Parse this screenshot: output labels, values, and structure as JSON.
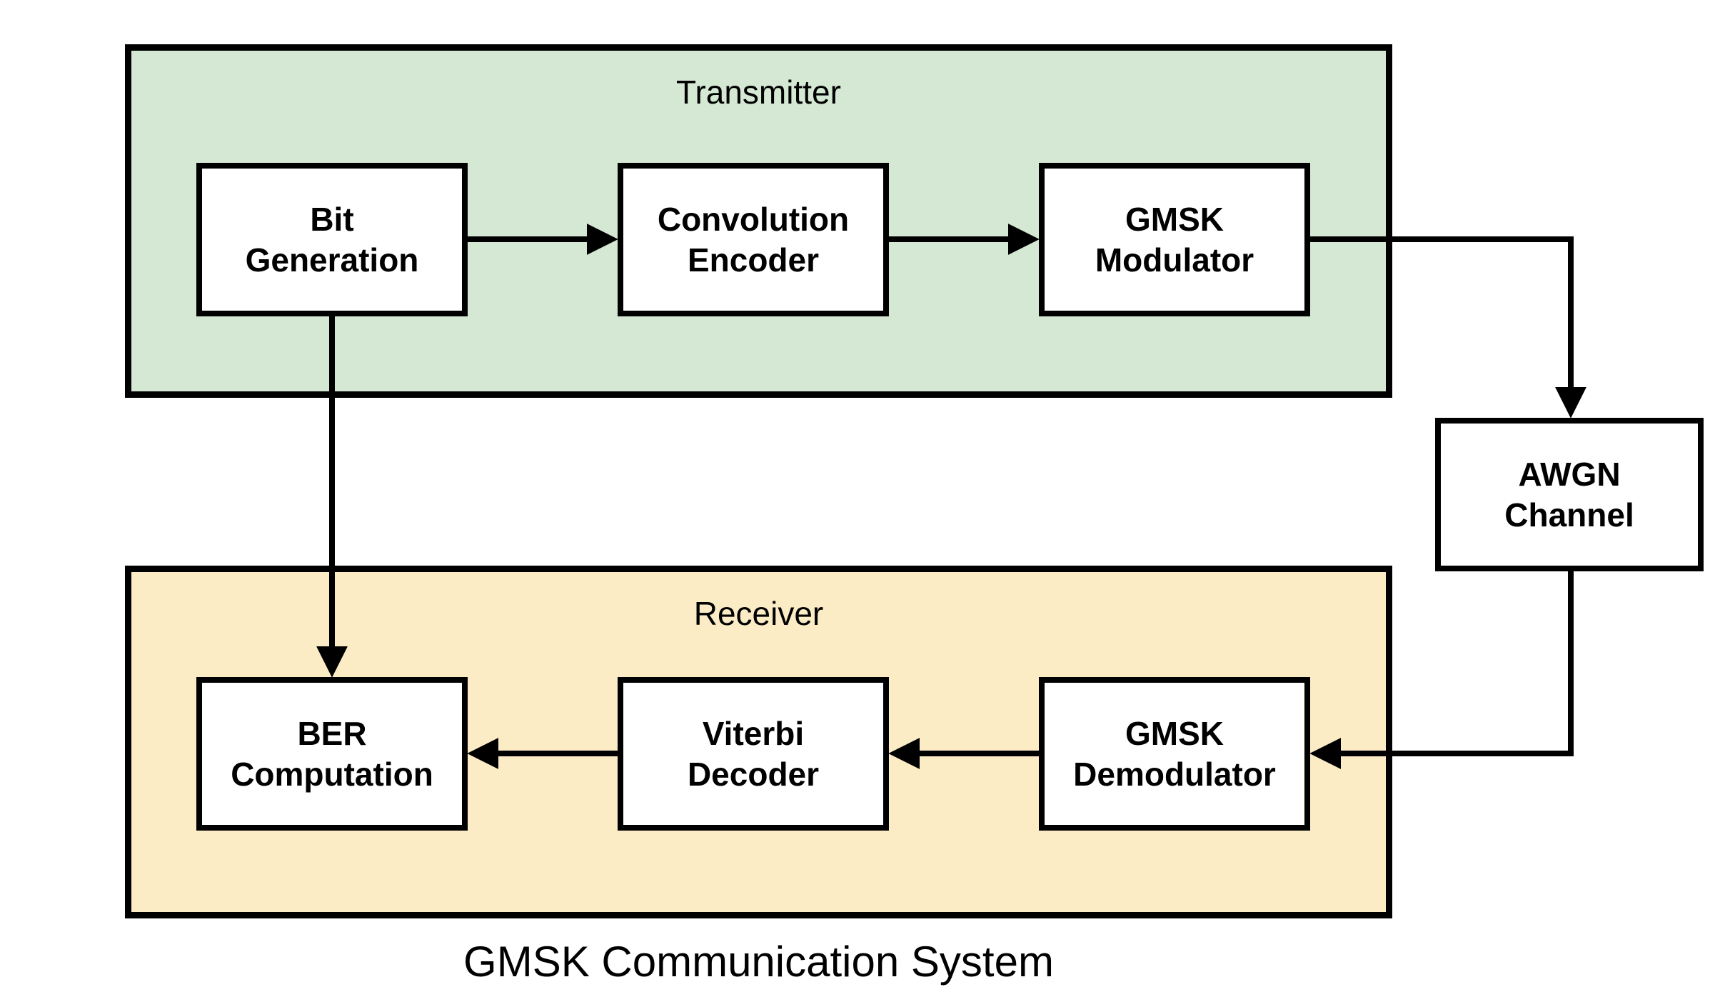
{
  "diagram": {
    "title": "GMSK Communication System",
    "containers": [
      {
        "id": "transmitter",
        "label": "Transmitter",
        "fill": "#d5e8d4"
      },
      {
        "id": "receiver",
        "label": "Receiver",
        "fill": "#fcecc5"
      }
    ],
    "nodes": [
      {
        "id": "bit-generation",
        "label": "Bit\nGeneration",
        "container": "transmitter"
      },
      {
        "id": "convolution-encoder",
        "label": "Convolution\nEncoder",
        "container": "transmitter"
      },
      {
        "id": "gmsk-modulator",
        "label": "GMSK\nModulator",
        "container": "transmitter"
      },
      {
        "id": "awgn-channel",
        "label": "AWGN\nChannel",
        "container": "none"
      },
      {
        "id": "gmsk-demodulator",
        "label": "GMSK\nDemodulator",
        "container": "receiver"
      },
      {
        "id": "viterbi-decoder",
        "label": "Viterbi\nDecoder",
        "container": "receiver"
      },
      {
        "id": "ber-computation",
        "label": "BER\nComputation",
        "container": "receiver"
      }
    ],
    "edges": [
      {
        "from": "bit-generation",
        "to": "convolution-encoder"
      },
      {
        "from": "convolution-encoder",
        "to": "gmsk-modulator"
      },
      {
        "from": "gmsk-modulator",
        "to": "awgn-channel"
      },
      {
        "from": "awgn-channel",
        "to": "gmsk-demodulator"
      },
      {
        "from": "gmsk-demodulator",
        "to": "viterbi-decoder"
      },
      {
        "from": "viterbi-decoder",
        "to": "ber-computation"
      },
      {
        "from": "bit-generation",
        "to": "ber-computation"
      }
    ],
    "colors": {
      "transmitter_fill": "#d5e8d4",
      "receiver_fill": "#fcecc5",
      "node_fill": "#ffffff",
      "line": "#000000"
    }
  }
}
